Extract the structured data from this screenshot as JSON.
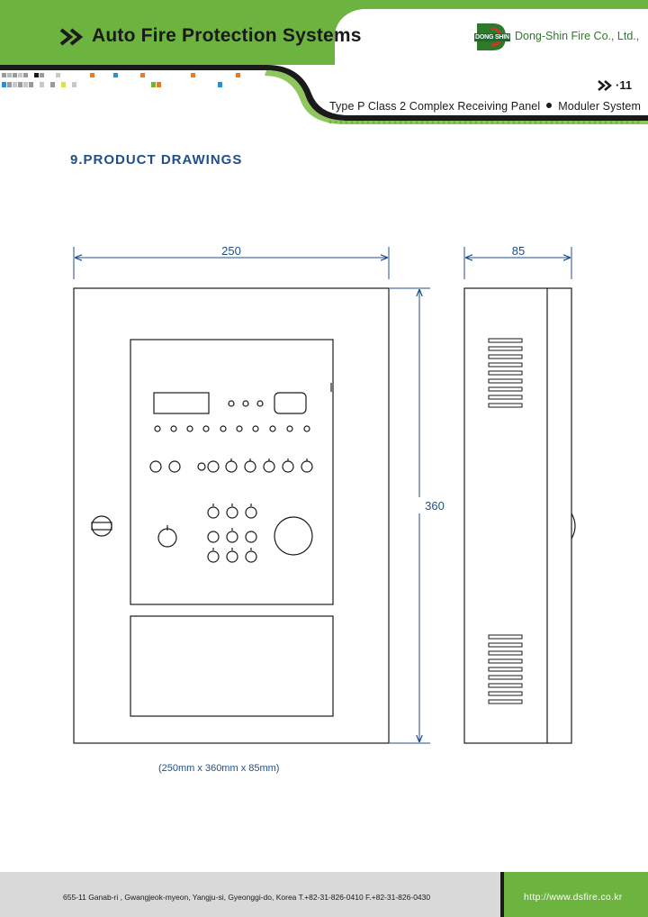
{
  "header": {
    "title": "Auto Fire Protection Systems",
    "company": "Dong-Shin Fire Co., Ltd.,",
    "logo_text": "DONG SHIN",
    "page_number": "11",
    "subtitle_part1": "Type P Class 2 Complex Receiving Panel",
    "subtitle_part2": "Moduler System"
  },
  "section": {
    "title": "9.PRODUCT DRAWINGS"
  },
  "drawing": {
    "width_dim": "250",
    "height_dim": "360",
    "depth_dim": "85",
    "caption": "(250mm x 360mm x 85mm)"
  },
  "footer": {
    "address": "655-11 Ganab-ri , Gwangjeok-myeon, Yangju-si, Gyeonggi-do, Korea  T.+82-31-826-0410 F.+82-31-826-0430",
    "url": "http://www.dsfire.co.kr"
  },
  "colors": {
    "brand_green": "#6db33f",
    "heading_blue": "#1f4f8a"
  }
}
